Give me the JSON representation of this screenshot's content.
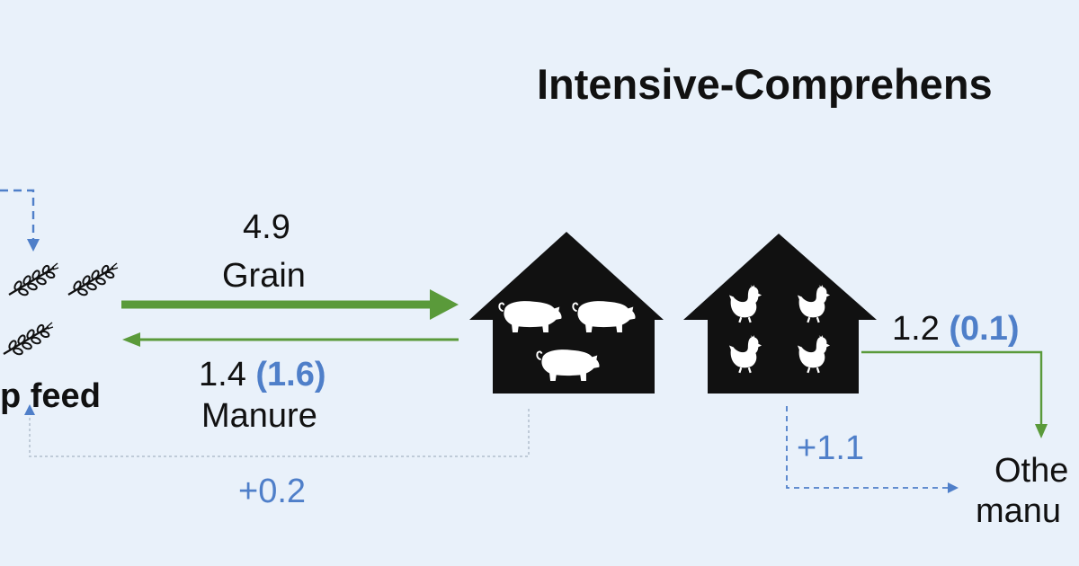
{
  "title": "Intensive-Comprehens",
  "nodes": {
    "crop_label": "p feed",
    "other_label_line1": "Othe",
    "other_label_line2": "manu"
  },
  "flows": {
    "grain": {
      "value": "4.9",
      "label": "Grain"
    },
    "manure": {
      "value": "1.4",
      "alt_value": "(1.6)",
      "label": "Manure"
    },
    "pig_return": {
      "value": "+0.2"
    },
    "poultry_other": {
      "value": "1.2",
      "alt_value": "(0.1)"
    },
    "poultry_extra": {
      "value": "+1.1"
    }
  },
  "colors": {
    "background": "#e9f1fa",
    "green_arrow": "#5a9a3a",
    "blue_dashed": "#4f7fc9",
    "blue_dotted": "#bfcbd8",
    "icon_fill": "#111111"
  },
  "icons": [
    "wheat-icon",
    "barn-icon",
    "pig-icon",
    "chicken-icon"
  ]
}
